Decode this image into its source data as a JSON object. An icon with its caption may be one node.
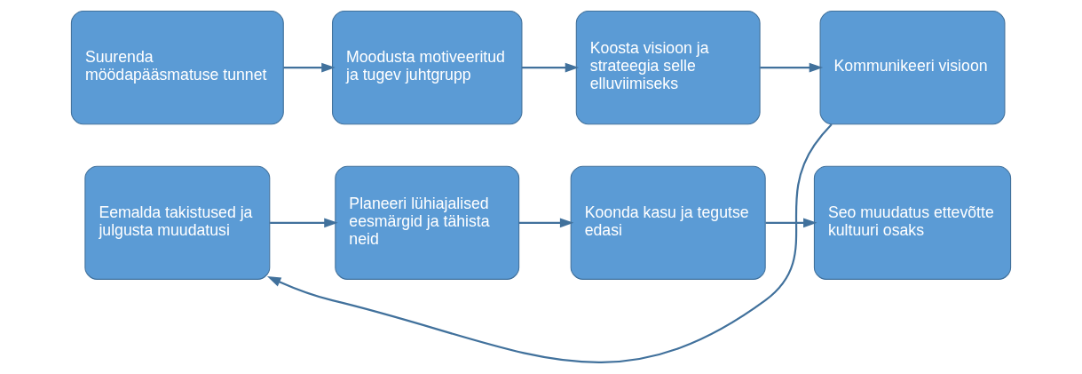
{
  "diagram": {
    "nodes": [
      {
        "text": [
          "Suurenda möödapääsmatuse tunnet"
        ]
      },
      {
        "text": [
          "Moodusta motiveeritud ja tugev juhtgrupp"
        ]
      },
      {
        "text": [
          "Koosta visioon ja strateegia selle elluviimiseks"
        ]
      },
      {
        "text": [
          "Kommunikeeri visioon"
        ]
      },
      {
        "text": [
          "Eemalda takistused ja julgusta muudatusi"
        ]
      },
      {
        "text": [
          "Planeeri lühiajalised eesmärgid ja tähista neid"
        ]
      },
      {
        "text": [
          "Koonda kasu ja tegutse edasi"
        ]
      },
      {
        "text": [
          "Seo muudatus ettevõtte kultuuri osaks"
        ]
      }
    ],
    "edges": [
      {
        "from": 0,
        "to": 1,
        "arrow": "to"
      },
      {
        "from": 1,
        "to": 2,
        "arrow": "to"
      },
      {
        "from": 2,
        "to": 3,
        "arrow": "to"
      },
      {
        "from": 3,
        "to": 4,
        "arrow": "to"
      },
      {
        "from": 4,
        "to": 5,
        "arrow": "to"
      },
      {
        "from": 5,
        "to": 6,
        "arrow": "to"
      },
      {
        "from": 6,
        "to": 7,
        "arrow": "to"
      }
    ]
  }
}
